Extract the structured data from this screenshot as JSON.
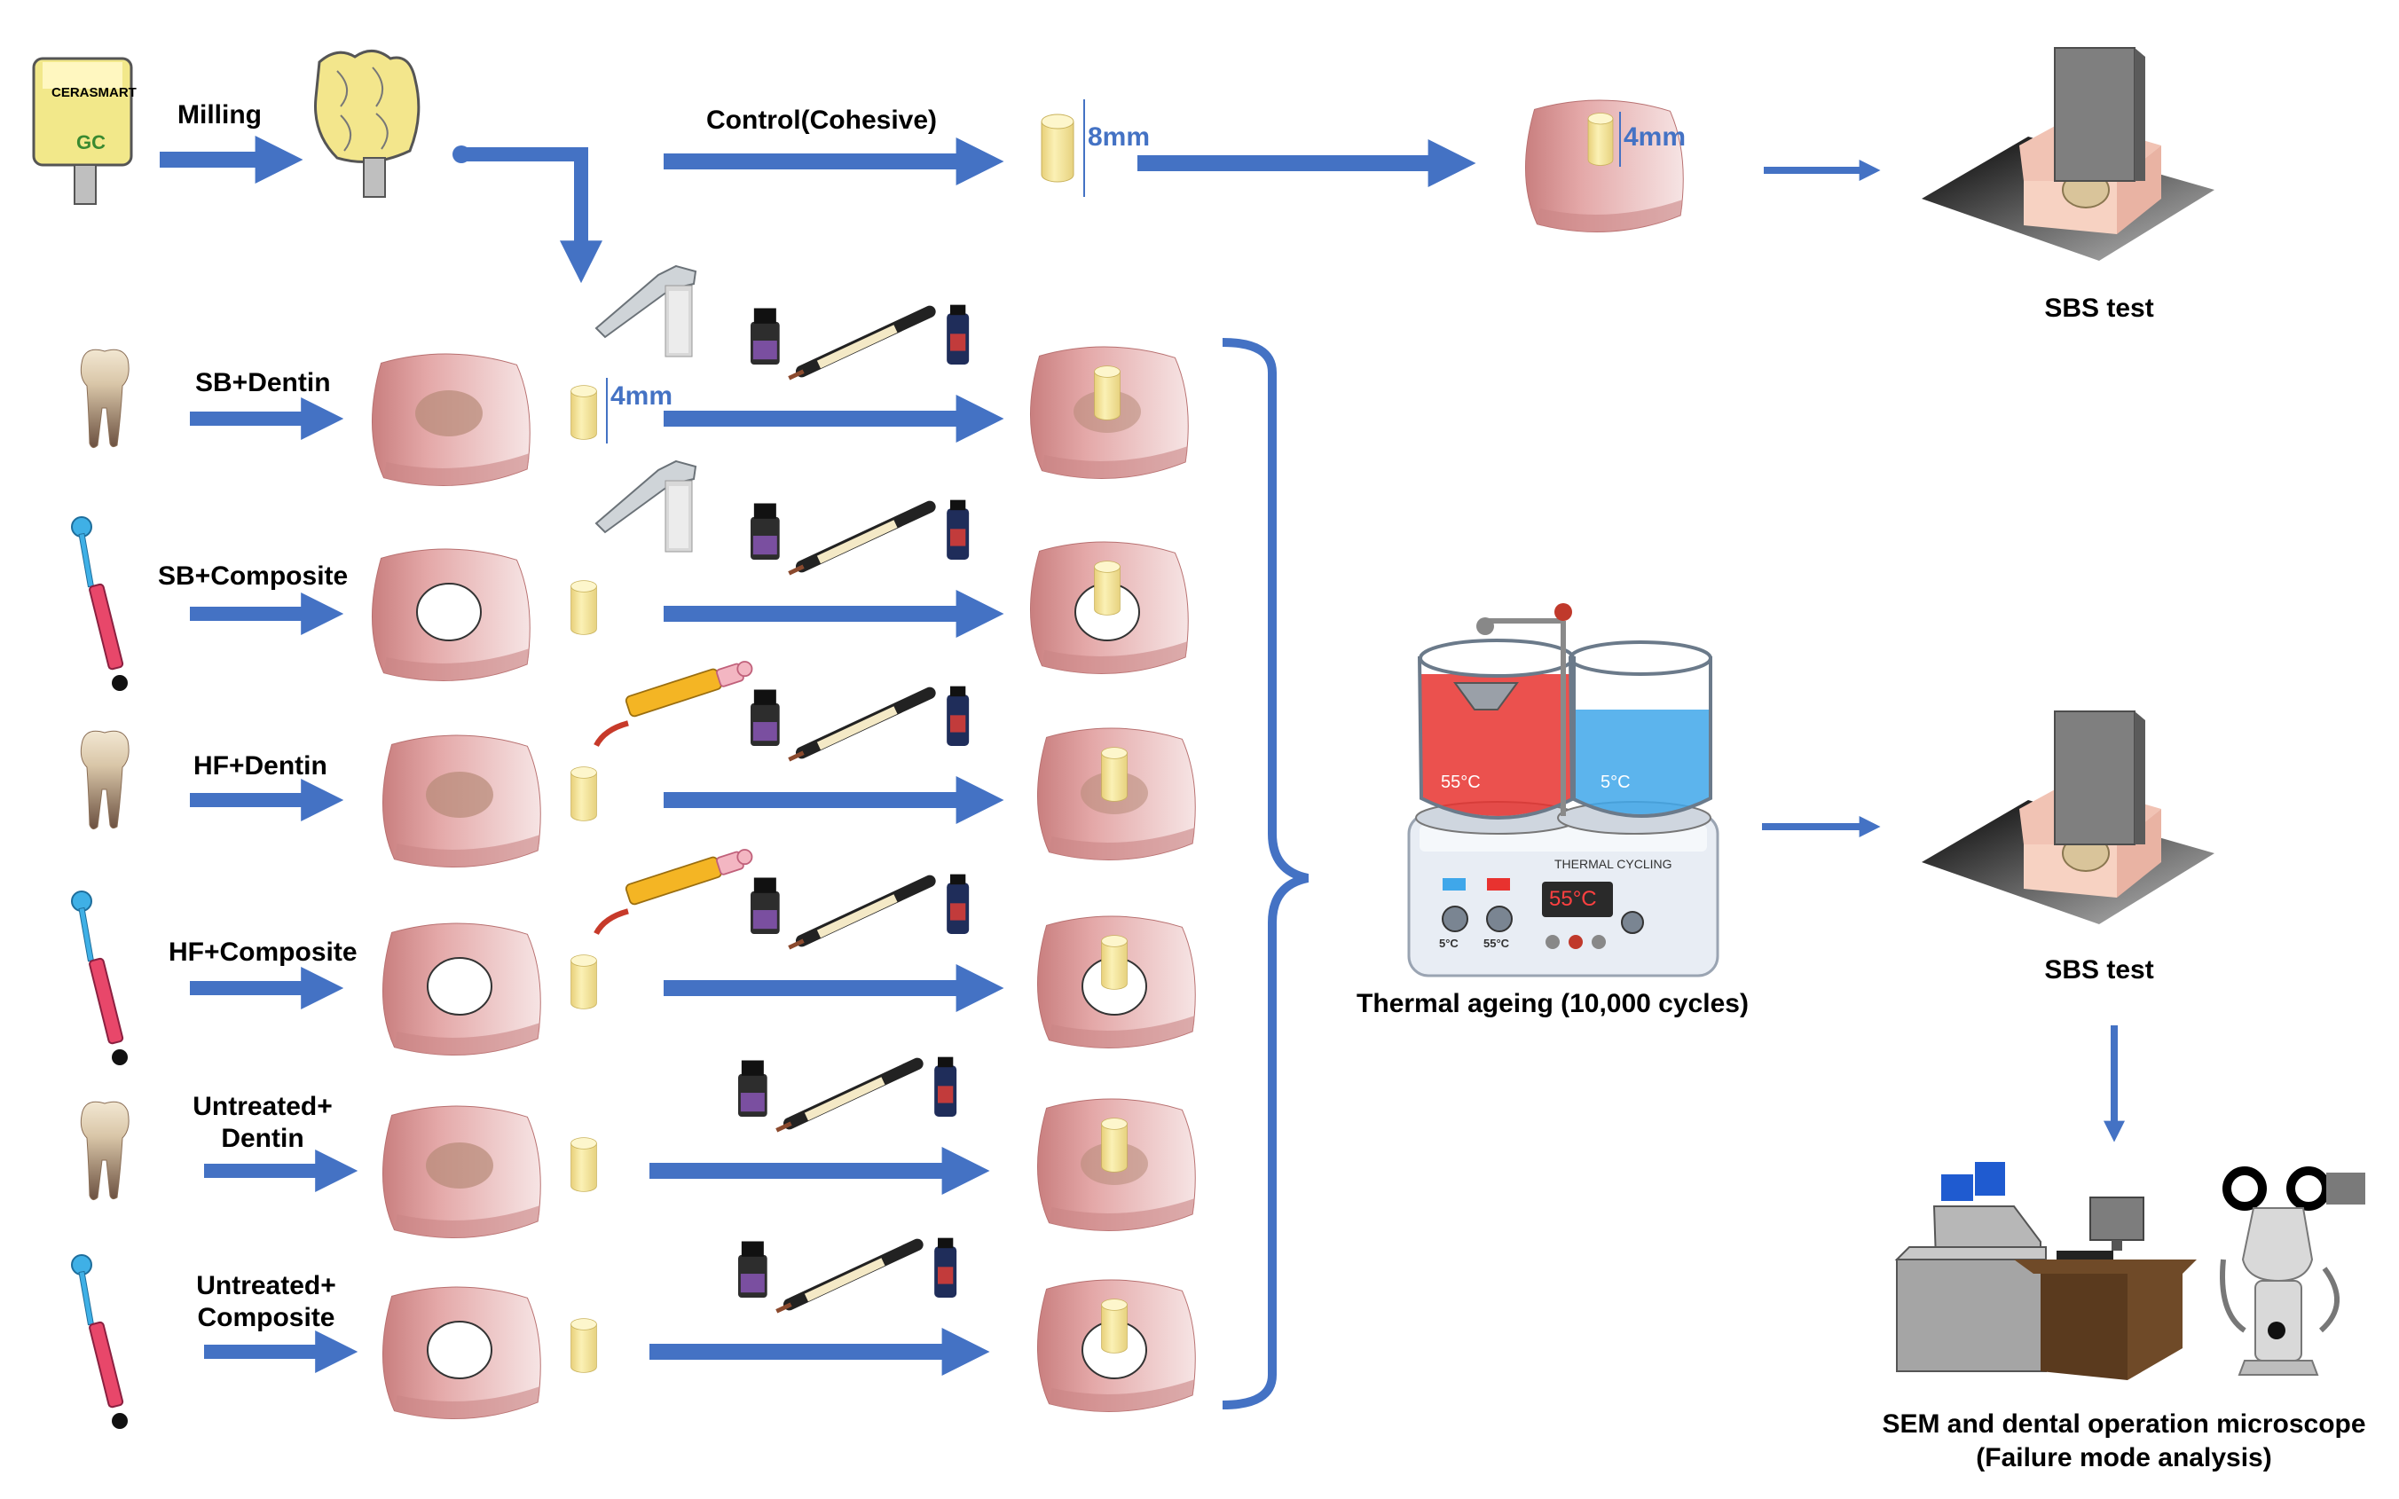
{
  "colors": {
    "arrow": "#4472c4",
    "block": "#e4a8a8",
    "block_shade": "#c97f7f",
    "cylinder": "#f8eba0",
    "hot_bath": "#e8322f",
    "cold_bath": "#3fa7ea",
    "disc": "#ffffff",
    "dentin_spot": "#b68a78"
  },
  "icons": [
    "cerasmart-block-icon",
    "milled-blocks-icon",
    "tooth-icon",
    "composite-syringe-icon",
    "handpiece-icon",
    "hf-etchant-syringe-icon",
    "adhesive-bottle-icon",
    "cement-syringe-icon",
    "sbs-tester-icon",
    "thermocycler-icon",
    "sem-icon",
    "microscope-icon"
  ],
  "top": {
    "cerasmart_text": "CERASMART",
    "gc_text": "GC",
    "milling": "Milling",
    "control": "Control(Cohesive)",
    "dim_8mm": "8mm",
    "dim_4mm_top": "4mm"
  },
  "rows": [
    {
      "label": "SB+Dentin",
      "dim": "4mm"
    },
    {
      "label": "SB+Composite"
    },
    {
      "label": "HF+Dentin"
    },
    {
      "label": "HF+Composite"
    },
    {
      "label_line1": "Untreated+",
      "label_line2": "Dentin"
    },
    {
      "label_line1": "Untreated+",
      "label_line2": "Composite"
    }
  ],
  "thermo": {
    "caption": "Thermal ageing (10,000 cycles)",
    "hot_temp": "55°C",
    "cold_temp": "5°C",
    "panel_title": "THERMAL CYCLING",
    "display": "55°C",
    "knob_left": "5°C",
    "knob_right": "55°C"
  },
  "sbs_top": "SBS test",
  "sbs_bottom": "SBS test",
  "analysis_line1": "SEM and dental operation microscope",
  "analysis_line2": "(Failure mode analysis)"
}
